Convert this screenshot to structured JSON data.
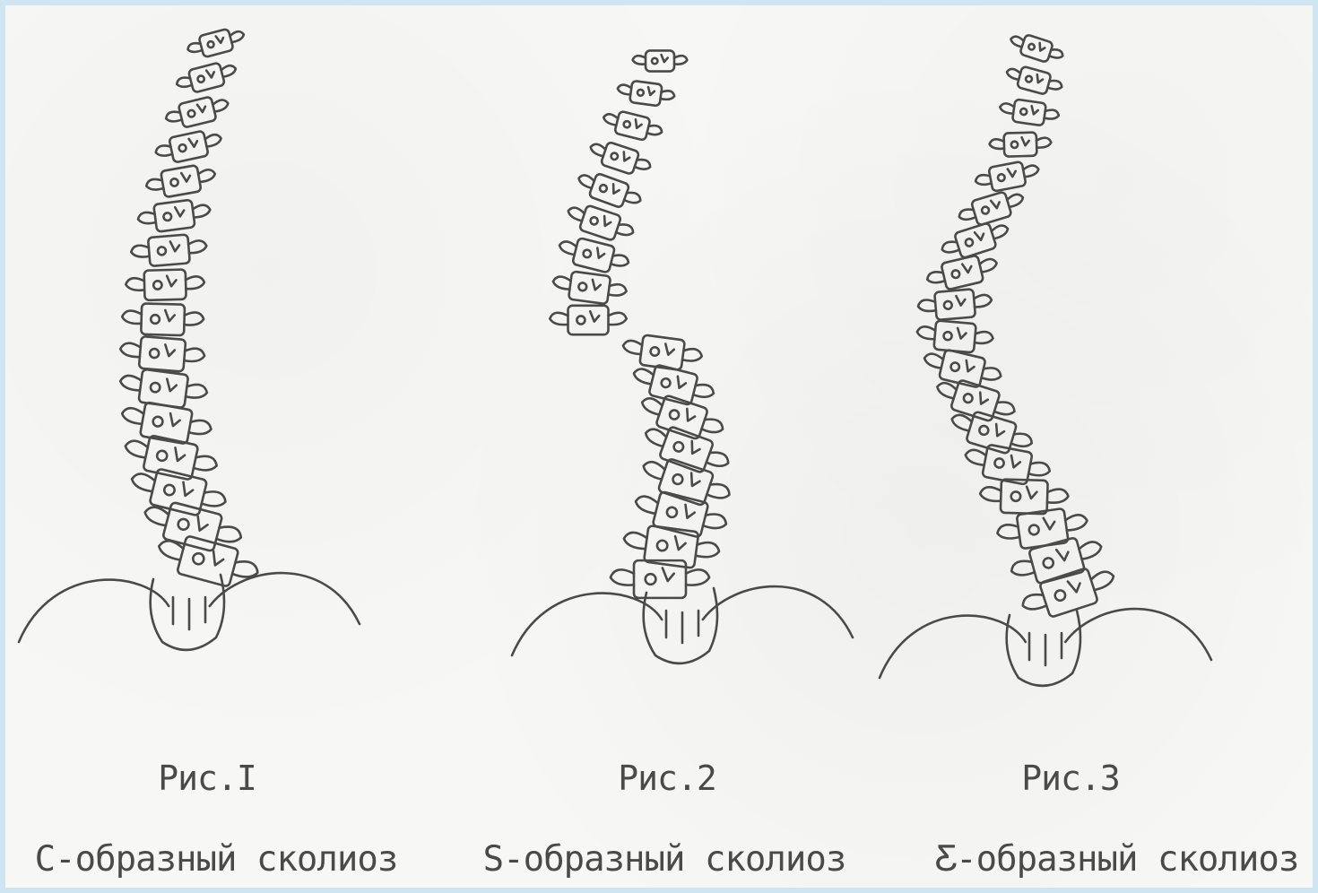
{
  "figures": [
    {
      "number": "Рис.I",
      "caption": "C-образный сколиоз"
    },
    {
      "number": "Рис.2",
      "caption": "S-образный сколиоз"
    },
    {
      "number": "Рис.3",
      "caption": "Ƹ-образный сколиоз"
    }
  ],
  "colors": {
    "ink": "#4a4a4a",
    "paper": "#f7f7f5",
    "frame": "#cfe6f2"
  }
}
